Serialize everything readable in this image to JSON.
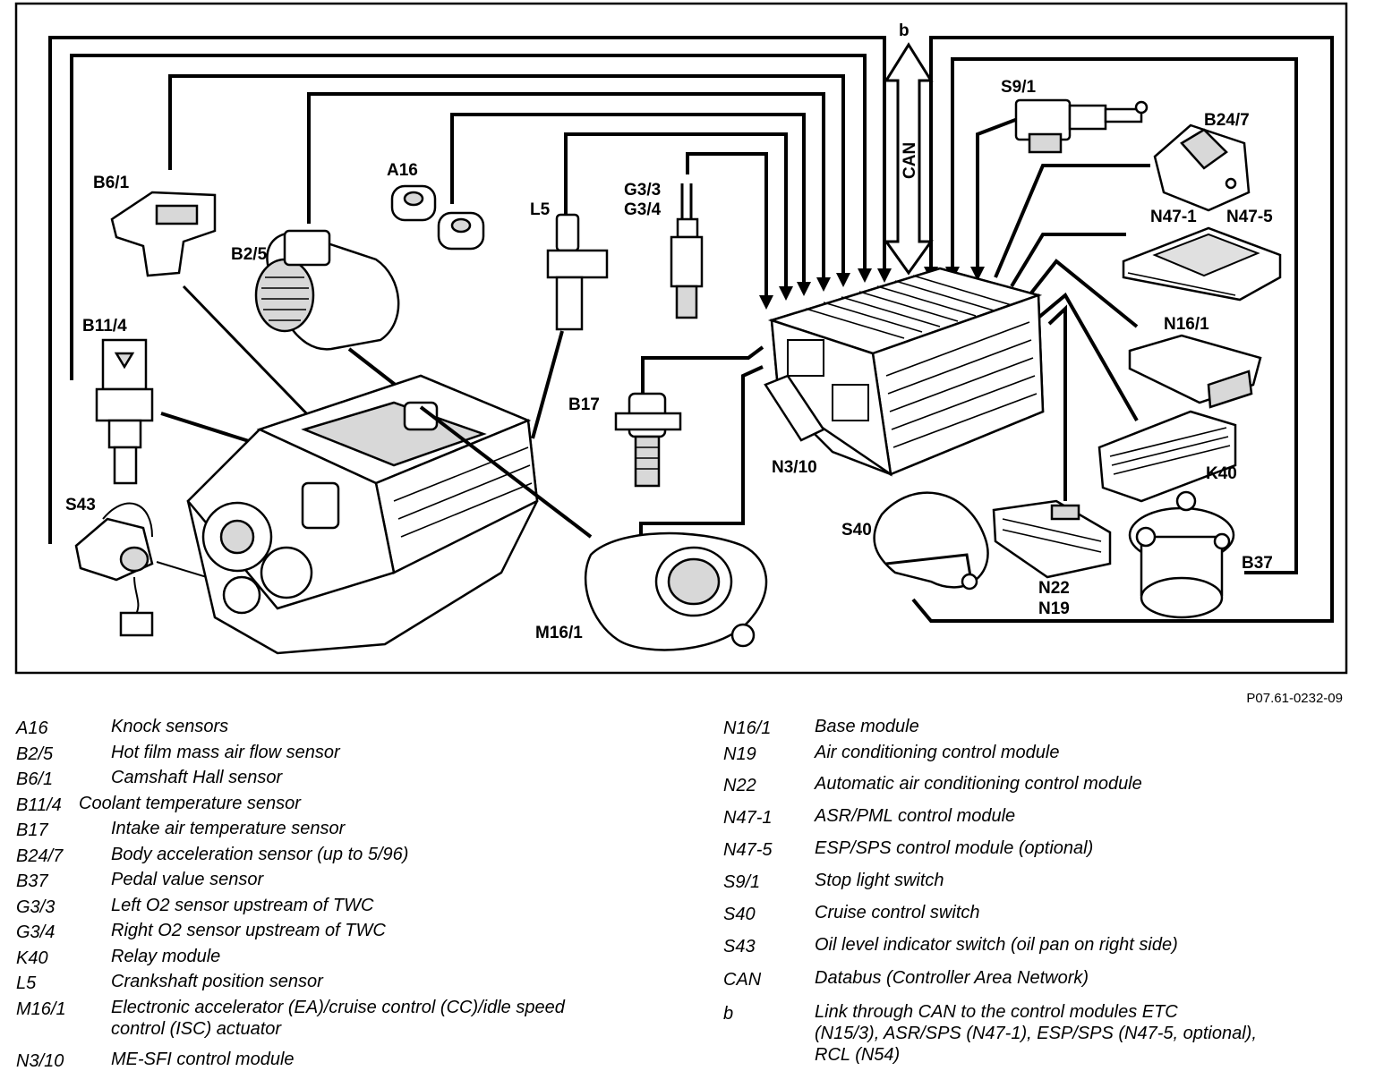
{
  "labels": {
    "b": "b",
    "can": "CAN",
    "s9_1": "S9/1",
    "b24_7": "B24/7",
    "n47_1": "N47-1",
    "n47_5": "N47-5",
    "n16_1": "N16/1",
    "k40": "K40",
    "b37": "B37",
    "n22": "N22",
    "n19": "N19",
    "s40": "S40",
    "n3_10": "N3/10",
    "m16_1": "M16/1",
    "b17": "B17",
    "g3_3": "G3/3",
    "g3_4": "G3/4",
    "l5": "L5",
    "a16": "A16",
    "b2_5": "B2/5",
    "b6_1": "B6/1",
    "b11_4": "B11/4",
    "s43": "S43"
  },
  "figure_code": "P07.61-0232-09",
  "legend_left": [
    {
      "code": "A16",
      "desc": "Knock sensors"
    },
    {
      "code": "B2/5",
      "desc": "Hot film mass air flow sensor"
    },
    {
      "code": "B6/1",
      "desc": "Camshaft Hall sensor"
    },
    {
      "code": "B11/4",
      "desc": "Coolant temperature sensor"
    },
    {
      "code": "B17",
      "desc": "Intake air temperature sensor"
    },
    {
      "code": "B24/7",
      "desc": "Body acceleration sensor (up to 5/96)"
    },
    {
      "code": "B37",
      "desc": "Pedal value sensor"
    },
    {
      "code": "G3/3",
      "desc": "Left O2 sensor upstream of TWC"
    },
    {
      "code": "G3/4",
      "desc": "Right O2 sensor upstream of TWC"
    },
    {
      "code": "K40",
      "desc": "Relay module"
    },
    {
      "code": "L5",
      "desc": "Crankshaft position sensor"
    },
    {
      "code": "M16/1",
      "desc": "Electronic accelerator (EA)/cruise control (CC)/idle speed\ncontrol (ISC) actuator"
    },
    {
      "code": "N3/10",
      "desc": "ME-SFI control module"
    }
  ],
  "legend_right": [
    {
      "code": "N16/1",
      "desc": "Base module"
    },
    {
      "code": "N19",
      "desc": "Air conditioning control module"
    },
    {
      "code": "N22",
      "desc": "Automatic air conditioning control module"
    },
    {
      "code": "N47-1",
      "desc": "ASR/PML control module"
    },
    {
      "code": "N47-5",
      "desc": "ESP/SPS control module (optional)"
    },
    {
      "code": "S9/1",
      "desc": "Stop light switch"
    },
    {
      "code": "S40",
      "desc": "Cruise control switch"
    },
    {
      "code": "S43",
      "desc": "Oil level indicator switch (oil pan on right side)"
    },
    {
      "code": "CAN",
      "desc": "Databus (Controller Area Network)"
    },
    {
      "code": "b",
      "desc": "Link through CAN to the control modules ETC\n(N15/3), ASR/SPS (N47-1), ESP/SPS (N47-5, optional),\nRCL (N54)"
    }
  ]
}
